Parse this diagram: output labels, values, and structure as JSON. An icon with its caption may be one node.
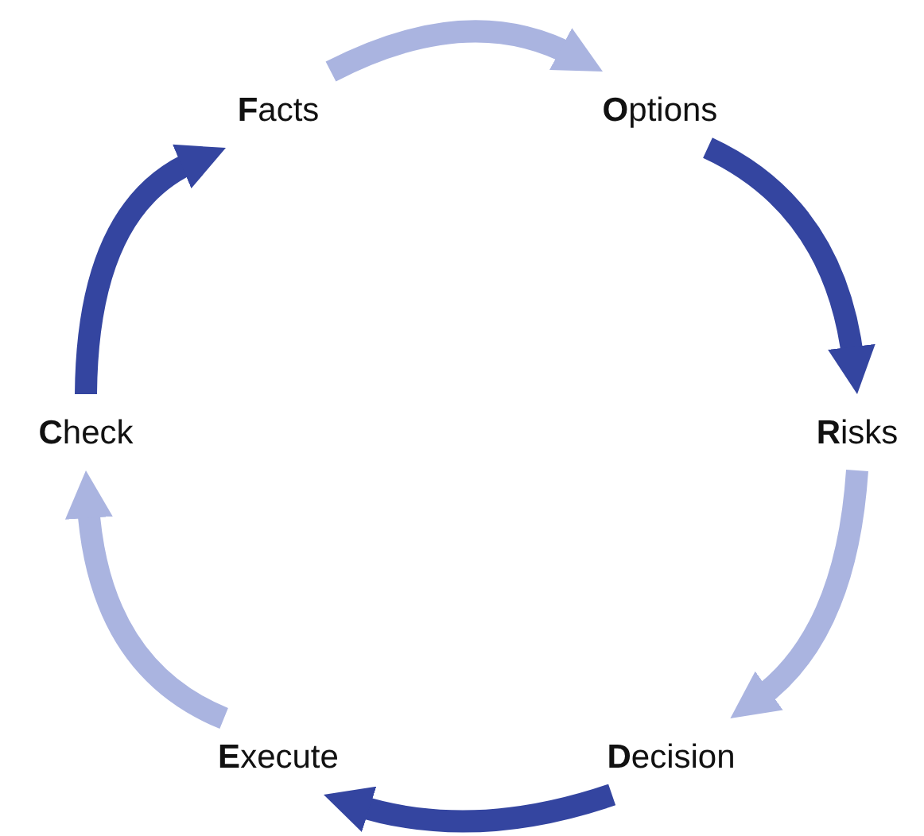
{
  "diagram": {
    "nodes": [
      {
        "text": [
          "**F**acts"
        ]
      },
      {
        "text": [
          "**O**ptions"
        ]
      },
      {
        "text": [
          "**R**isks"
        ]
      },
      {
        "text": [
          "**D**ecision"
        ]
      },
      {
        "text": [
          "**E**xecute"
        ]
      },
      {
        "text": [
          "**C**heck"
        ]
      }
    ],
    "edges": [
      {
        "from": 0,
        "to": 1,
        "arrow": "to",
        "color": "#aab4e0"
      },
      {
        "from": 1,
        "to": 2,
        "arrow": "to",
        "color": "#3445a0"
      },
      {
        "from": 2,
        "to": 3,
        "arrow": "to",
        "color": "#aab4e0"
      },
      {
        "from": 3,
        "to": 4,
        "arrow": "to",
        "color": "#3445a0"
      },
      {
        "from": 4,
        "to": 5,
        "arrow": "to",
        "color": "#aab4e0"
      },
      {
        "from": 5,
        "to": 0,
        "arrow": "to",
        "color": "#3445a0"
      }
    ]
  }
}
